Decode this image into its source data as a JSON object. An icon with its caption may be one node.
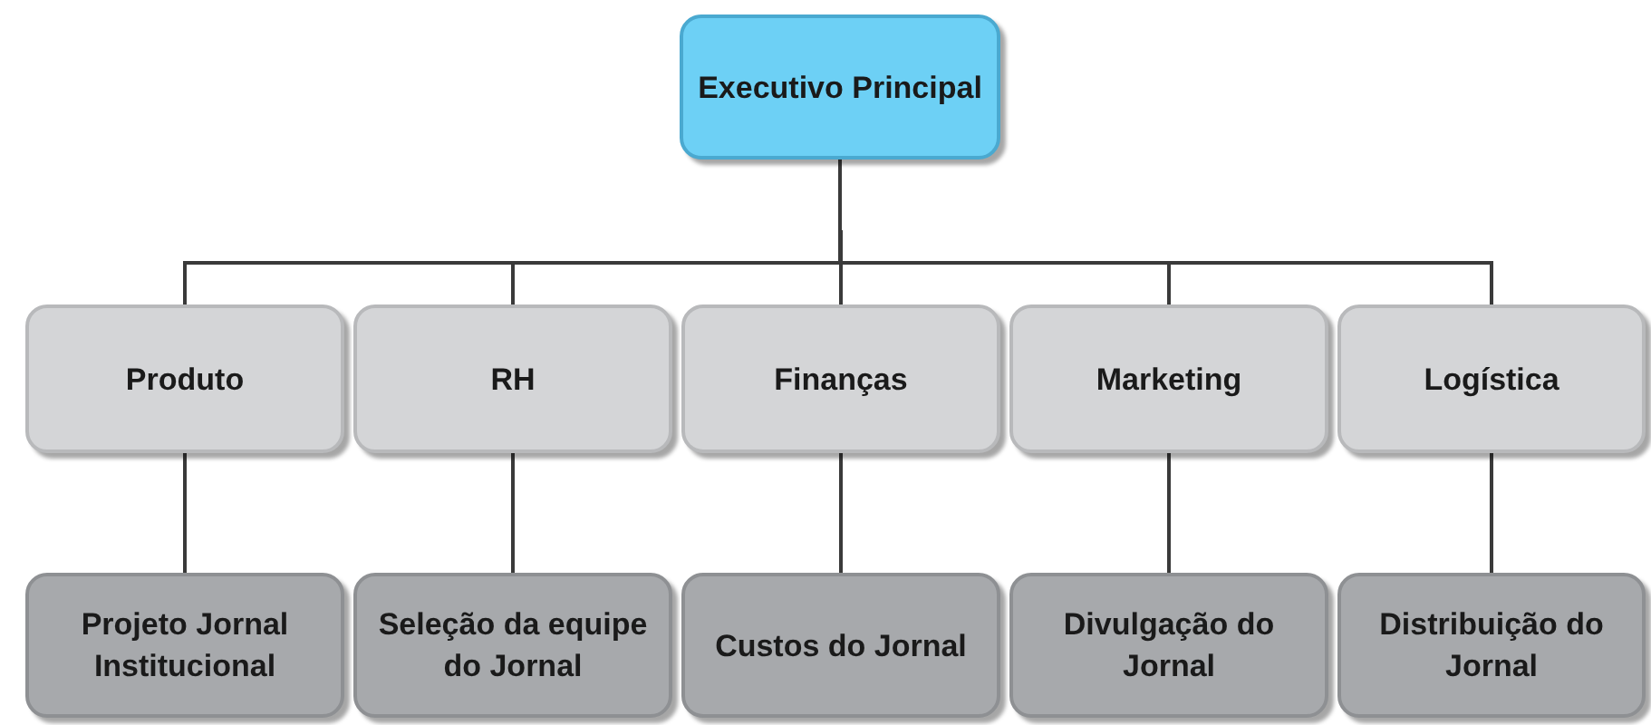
{
  "diagram": {
    "nodes": [
      {
        "text": [
          "Executivo Principal"
        ]
      },
      {
        "text": [
          "Produto"
        ]
      },
      {
        "text": [
          "RH"
        ]
      },
      {
        "text": [
          "Finanças"
        ]
      },
      {
        "text": [
          "Marketing"
        ]
      },
      {
        "text": [
          "Logística"
        ]
      },
      {
        "text": [
          "Projeto Jornal Institucional"
        ]
      },
      {
        "text": [
          "Seleção da equipe do Jornal"
        ]
      },
      {
        "text": [
          "Custos do Jornal"
        ]
      },
      {
        "text": [
          "Divulgação do Jornal"
        ]
      },
      {
        "text": [
          "Distribuição do Jornal"
        ]
      }
    ],
    "edges": [
      {
        "from": 0,
        "to": 1,
        "arrow": "none"
      },
      {
        "from": 0,
        "to": 2,
        "arrow": "none"
      },
      {
        "from": 0,
        "to": 3,
        "arrow": "none"
      },
      {
        "from": 0,
        "to": 4,
        "arrow": "none"
      },
      {
        "from": 0,
        "to": 5,
        "arrow": "none"
      },
      {
        "from": 1,
        "to": 6,
        "arrow": "none"
      },
      {
        "from": 2,
        "to": 7,
        "arrow": "none"
      },
      {
        "from": 3,
        "to": 8,
        "arrow": "none"
      },
      {
        "from": 4,
        "to": 9,
        "arrow": "none"
      },
      {
        "from": 5,
        "to": 10,
        "arrow": "none"
      }
    ]
  }
}
